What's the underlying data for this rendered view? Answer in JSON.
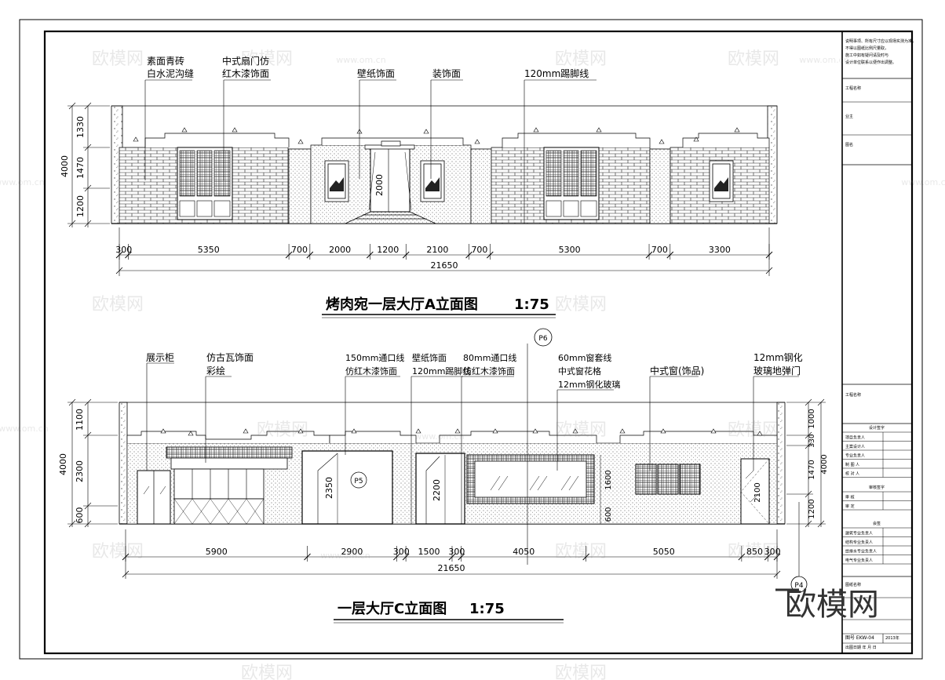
{
  "watermark": {
    "brand": "欧模网",
    "url": "www.om.cn"
  },
  "elevation_a": {
    "title": "烤肉宛一层大厅A立面图",
    "scale": "1:75",
    "labels": {
      "brick": [
        "素面青砖",
        "白水泥沟缝"
      ],
      "door": [
        "中式扇门仿",
        "红木漆饰面"
      ],
      "wallpaper": "壁纸饰面",
      "deco": "装饰面",
      "skirting": "120mm踢脚线"
    },
    "left_dims": [
      "4000",
      "1330",
      "1470",
      "1200"
    ],
    "door_height": "2000",
    "bottom_dims": [
      "300",
      "5350",
      "700",
      "2000",
      "1200",
      "2100",
      "700",
      "5300",
      "700",
      "3300"
    ],
    "total": "21650"
  },
  "elevation_c": {
    "title": "一层大厅C立面图",
    "scale": "1:75",
    "labels": {
      "cabinet": "展示柜",
      "tile": [
        "仿古瓦饰面",
        "彩绘"
      ],
      "line150": [
        "150mm通口线",
        "仿红木漆饰面"
      ],
      "wallpaper": [
        "壁纸饰面",
        "120mm踢脚线"
      ],
      "line80": [
        "80mm通口线",
        "仿红木漆饰面"
      ],
      "window": [
        "60mm窗套线",
        "中式窗花格",
        "12mm钢化玻璃"
      ],
      "chinese_window": "中式窗(饰品)",
      "glass_door": [
        "12mm钢化",
        "玻璃地弹门"
      ]
    },
    "left_dims": [
      "4000",
      "1100",
      "2300",
      "600"
    ],
    "right_dims": [
      "1000",
      "330",
      "1470",
      "1200",
      "4000"
    ],
    "inner_dims": [
      "2350",
      "2200",
      "1600",
      "600",
      "2100"
    ],
    "markers": [
      "P6",
      "P5",
      "P4"
    ],
    "bottom_dims": [
      "5900",
      "2900",
      "300",
      "1500",
      "300",
      "4050",
      "5050",
      "850",
      "300"
    ],
    "total": "21650"
  },
  "title_block": {
    "notes": [
      "说明事项、所有尺寸应以现场实测为准，",
      "不得以图纸比例尺量取，",
      "施工中如有疑问请及时与",
      "设计单位联系以便作出调整。"
    ],
    "fields": [
      "工程名称",
      "业主",
      "图名"
    ],
    "project": "工程名称",
    "sign_header": "设计签字",
    "sign_rows": [
      "项目负责人",
      "主案设计人",
      "专业负责人",
      "制 图 人",
      "校 对 人"
    ],
    "review_header": "审核签字",
    "review_rows": [
      "审 核",
      "审 定"
    ],
    "meeting_header": "会签",
    "meeting_rows": [
      "建筑专业负责人",
      "结构专业负责人",
      "给排水专业负责人",
      "电气专业负责人"
    ],
    "drawing_name": "图纸名称",
    "drawing_no": "图号 EKW-04",
    "year": "2013年",
    "date": "出图日期    年  月  日"
  },
  "logo_text": "欧模网"
}
